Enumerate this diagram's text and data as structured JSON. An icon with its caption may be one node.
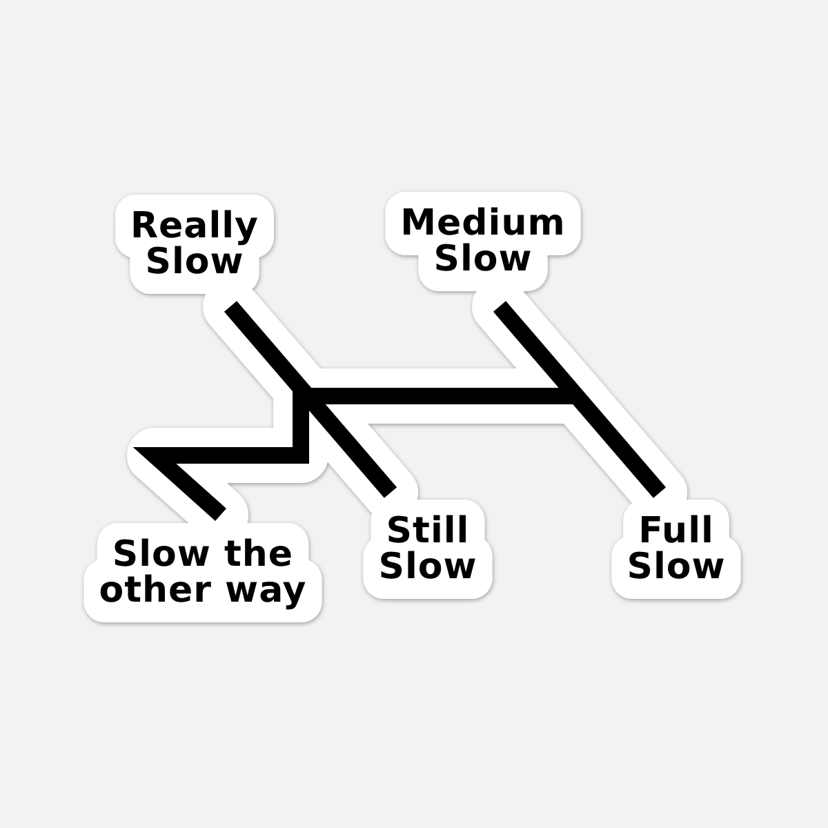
{
  "diagram": {
    "labels": [
      "Really Slow",
      "Medium Slow",
      "Slow the other way",
      "Still Slow",
      "Full Slow"
    ]
  }
}
